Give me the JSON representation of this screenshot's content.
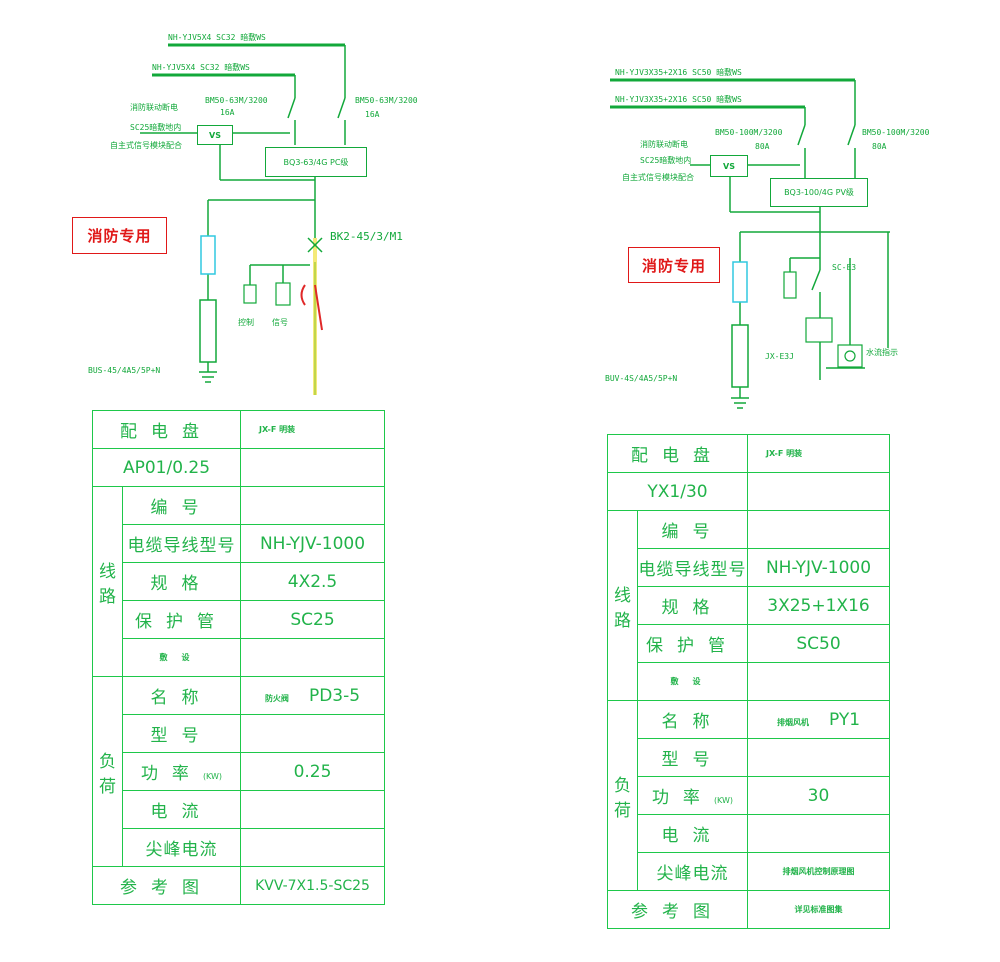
{
  "left": {
    "feeders": [
      "NH-YJV5X4 SC32 暗敷WS ",
      "NH-YJV5X4 SC32 暗敷WS "
    ],
    "breaker1": "BM50-63M/3200",
    "breaker1_amp": "16A",
    "breaker2": "BM50-63M/3200",
    "breaker2_amp": "16A",
    "note1": "消防联动断电",
    "note2": "SC25暗敷地内",
    "note3": "自主式信号模块配合",
    "vs": "VS",
    "pc_box": "BQ3-63/4G PC级",
    "fire_tag": "消防专用",
    "bk_label": "BK2-45/3/M1",
    "device1": "控制",
    "device2": "信号",
    "bus_note": "BUS-45/4A5/5P+N",
    "table": {
      "title": "配电盘",
      "title_val": "JX-F 明装",
      "panel_no": "AP01/0.25",
      "line": "线路",
      "load": "负荷",
      "rows": {
        "no": "编号",
        "cable": "电缆导线型号",
        "cable_val": "NH-YJV-1000",
        "spec": "规格",
        "spec_val": "4X2.5",
        "pipe": "保护管",
        "pipe_val": "SC25",
        "lay": "敷设",
        "name": "名称",
        "name_small": "防火阀",
        "name_val": "PD3-5",
        "model": "型号",
        "power": "功率",
        "power_unit": "(KW)",
        "power_val": "0.25",
        "current": "电流",
        "peak": "尖峰电流",
        "ref": "参考图",
        "ref_val": "KVV-7X1.5-SC25"
      }
    }
  },
  "right": {
    "feeders": [
      "NH-YJV3X35+2X16 SC50 暗敷WS",
      "NH-YJV3X35+2X16 SC50 暗敷WS"
    ],
    "breaker1": "BM50-100M/3200",
    "breaker1_amp": "80A",
    "breaker2": "BM50-100M/3200",
    "breaker2_amp": "80A",
    "note1": "消防联动断电",
    "note2": "SC25暗敷地内",
    "note3": "自主式信号模块配合",
    "vs": "VS",
    "pc_box": "BQ3-100/4G PV级",
    "fire_tag": "消防专用",
    "sc_label": "SC-E3",
    "jx_label": "JX-E3J",
    "side_note": "水流指示",
    "bus_note": "BUV-4S/4A5/5P+N",
    "table": {
      "title": "配电盘",
      "title_val": "JX-F 明装",
      "panel_no": "YX1/30",
      "line": "线路",
      "load": "负荷",
      "rows": {
        "no": "编号",
        "cable": "电缆导线型号",
        "cable_val": "NH-YJV-1000",
        "spec": "规格",
        "spec_val": "3X25+1X16",
        "pipe": "保护管",
        "pipe_val": "SC50",
        "lay": "敷设",
        "name": "名称",
        "name_small": "排烟风机",
        "name_val": "PY1",
        "model": "型号",
        "power": "功率",
        "power_unit": "(KW)",
        "power_val": "30",
        "current": "电流",
        "peak": "尖峰电流",
        "peak_val": "排烟风机控制原理图",
        "ref": "参考图",
        "ref_val": "详见标准图集"
      }
    }
  }
}
